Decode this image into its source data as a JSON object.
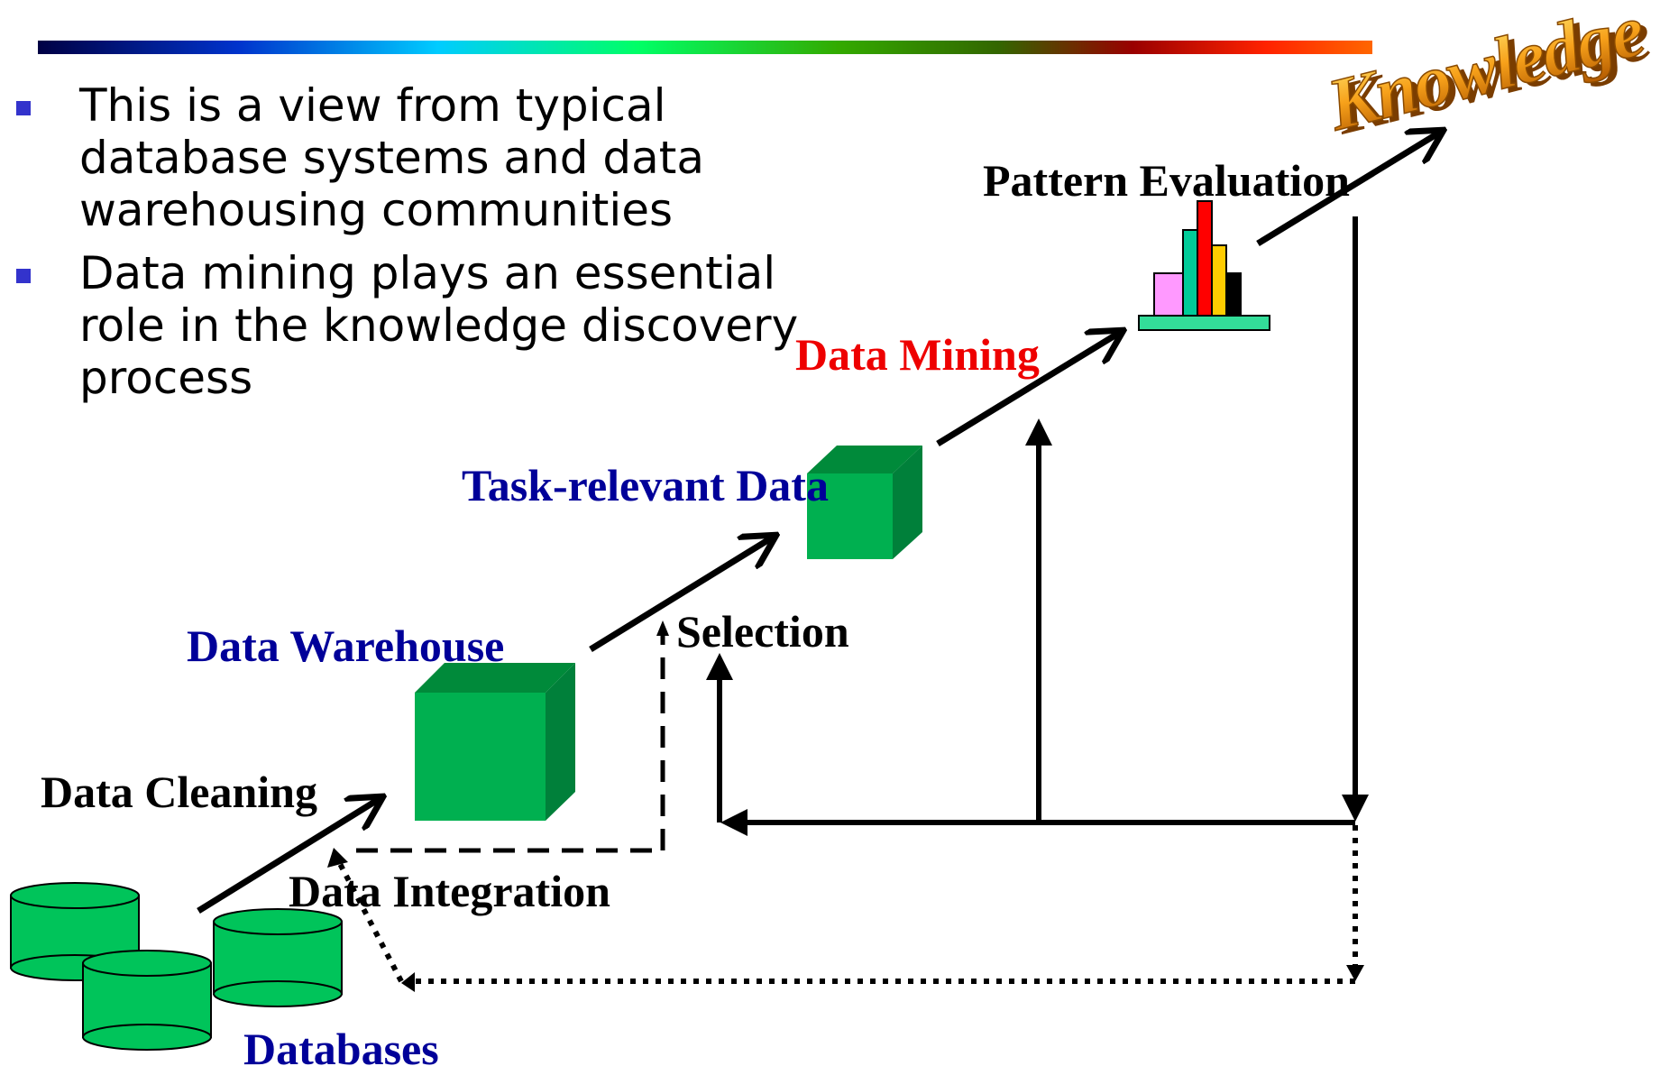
{
  "bullets": [
    "This is a view from typical database systems and data warehousing communities",
    "Data mining plays an essential role in the knowledge discovery process"
  ],
  "diagram": {
    "labels": {
      "knowledge": "Knowledge",
      "pattern_evaluation": "Pattern Evaluation",
      "data_mining": "Data Mining",
      "task_relevant_data": "Task-relevant Data",
      "selection": "Selection",
      "data_warehouse": "Data Warehouse",
      "data_cleaning": "Data Cleaning",
      "data_integration": "Data Integration",
      "databases": "Databases"
    },
    "colors": {
      "cube": "#00b050",
      "cylinder": "#00c45a",
      "black_label": "#000000",
      "navy_label": "#000099",
      "red_label": "#ee0000",
      "bullet": "#3333cc",
      "knowledge_fill": "#f7a11a"
    }
  }
}
